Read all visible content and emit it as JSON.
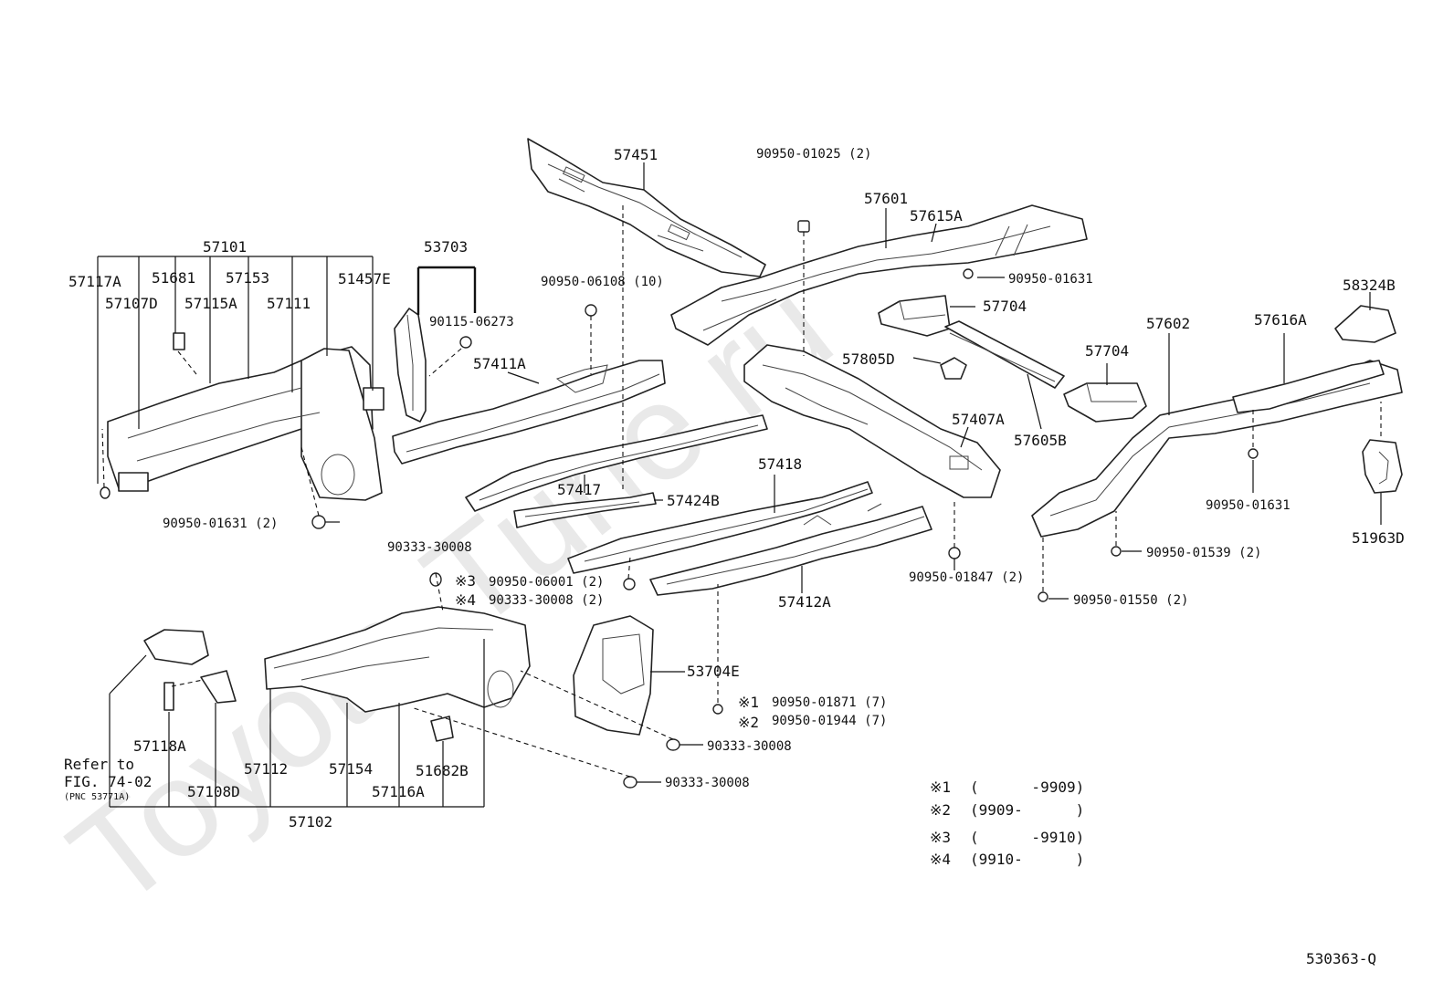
{
  "watermark": "Toyota-Tune.ru",
  "footer_code": "530363-Q",
  "note_refer": {
    "line1": "Refer to",
    "line2": "FIG. 74-02",
    "line3": "(PNC 53771A)"
  },
  "labels": {
    "p57451": "57451",
    "p90950_01025": "90950-01025 (2)",
    "p57601": "57601",
    "p57615A": "57615A",
    "p90950_01631_a": "90950-01631",
    "p57704_a": "57704",
    "p58324B": "58324B",
    "p57602": "57602",
    "p57616A": "57616A",
    "p57704_b": "57704",
    "p57805D": "57805D",
    "p57407A": "57407A",
    "p57605B": "57605B",
    "p90950_01631_b": "90950-01631",
    "p51963D": "51963D",
    "p90950_01539": "90950-01539 (2)",
    "p90950_01550": "90950-01550 (2)",
    "p90950_01847": "90950-01847 (2)",
    "p57412A": "57412A",
    "p57418": "57418",
    "p57101": "57101",
    "p57117A": "57117A",
    "p51681": "51681",
    "p57153": "57153",
    "p51457E": "51457E",
    "p57107D": "57107D",
    "p57115A": "57115A",
    "p57111": "57111",
    "p53703": "53703",
    "p90115_06273": "90115-06273",
    "p90950_06108": "90950-06108 (10)",
    "p57411A": "57411A",
    "p57417": "57417",
    "p57424B": "57424B",
    "p90950_01631_c": "90950-01631 (2)",
    "p90333_30008_a": "90333-30008",
    "p90950_06001": "90950-06001 (2)",
    "p90333_30008_b": "90333-30008 (2)",
    "p53704E": "53704E",
    "p90950_01871": "90950-01871 (7)",
    "p90950_01944": "90950-01944 (7)",
    "p90333_30008_c": "90333-30008",
    "p90333_30008_d": "90333-30008",
    "p57118A": "57118A",
    "p57112": "57112",
    "p57154": "57154",
    "p51682B": "51682B",
    "p57108D": "57108D",
    "p57116A": "57116A",
    "p57102": "57102"
  },
  "markers": {
    "m1": "※1",
    "m2": "※2",
    "m3": "※3",
    "m4": "※4"
  },
  "legend": [
    {
      "mark": "※1",
      "range": "(      -9909)"
    },
    {
      "mark": "※2",
      "range": "(9909-      )"
    },
    {
      "mark": "※3",
      "range": "(      -9910)"
    },
    {
      "mark": "※4",
      "range": "(9910-      )"
    }
  ]
}
